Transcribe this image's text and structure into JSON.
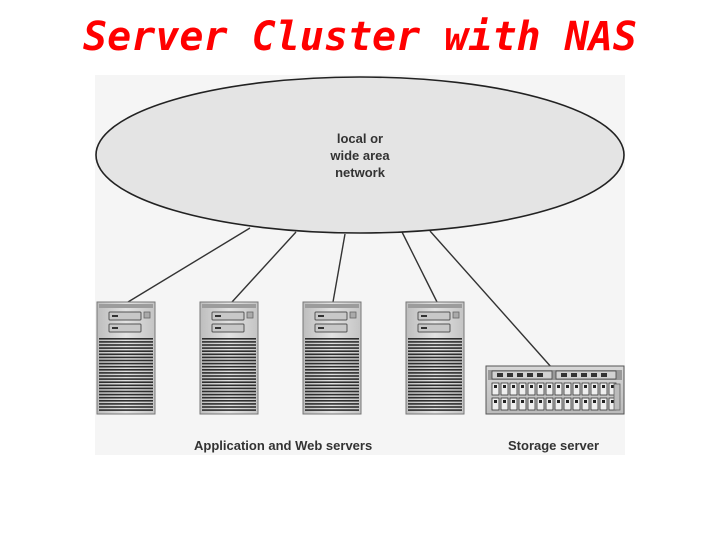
{
  "slide": {
    "title": "Server Cluster with NAS"
  },
  "network": {
    "label_lines": [
      "local or",
      "wide area",
      "network"
    ]
  },
  "captions": {
    "app_servers": "Application and Web servers",
    "storage": "Storage server"
  },
  "colors": {
    "title": "#ff0000",
    "ellipse_fill": "#e4e4e4",
    "tower_fill": "#d8d8d8",
    "text": "#333333"
  },
  "app_server_count": 4
}
